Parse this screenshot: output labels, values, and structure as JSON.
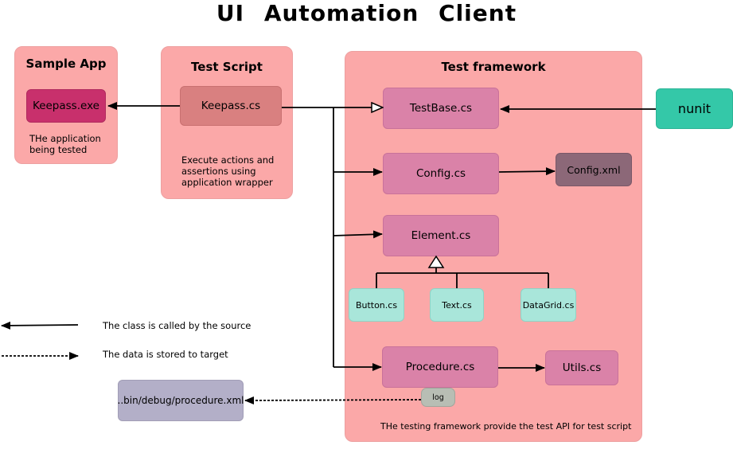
{
  "title": "UI    Automation  Client",
  "sample_app": {
    "title": "Sample App",
    "exe": "Keepass.exe",
    "note": "THe application being tested"
  },
  "test_script": {
    "title": "Test Script",
    "file": "Keepass.cs",
    "note": "Execute actions and assertions using application wrapper"
  },
  "framework": {
    "title": "Test framework",
    "testbase": "TestBase.cs",
    "config": "Config.cs",
    "config_xml": "Config.xml",
    "element": "Element.cs",
    "button": "Button.cs",
    "text": "Text.cs",
    "datagrid": "DataGrid.cs",
    "procedure": "Procedure.cs",
    "utils": "Utils.cs",
    "log": "log",
    "footer": "THe testing framework provide the test API for test script"
  },
  "nunit": "nunit",
  "output_file": "..bin/debug/procedure.xml",
  "legend": {
    "call": "The class is called by the source",
    "data": "The data is stored to target"
  },
  "colors": {
    "panel": "#fba8a8",
    "class_box": "#da82a8",
    "exe_box": "#c8306c",
    "script_box": "#d98080",
    "xml_box": "#8c6878",
    "leaf_box": "#a9e6da",
    "nunit_box": "#34c8a8",
    "output_box": "#b3afc8",
    "log_box": "#b8beb4"
  }
}
